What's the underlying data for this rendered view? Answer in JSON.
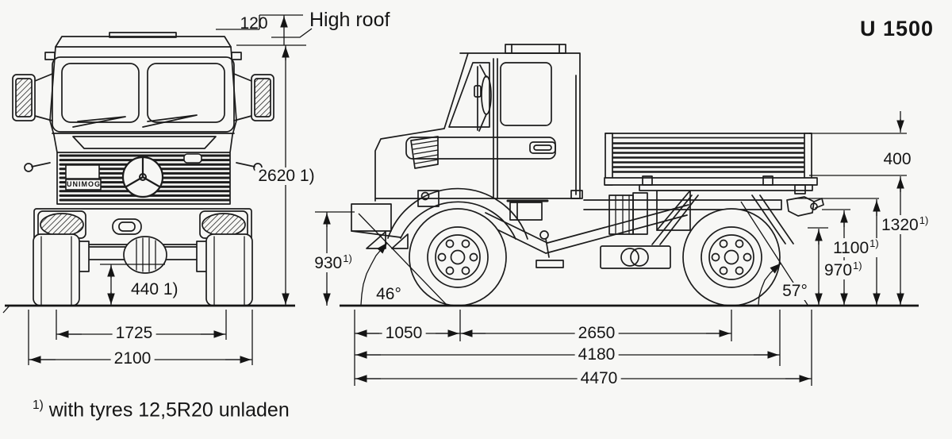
{
  "header": {
    "model": "U 1500",
    "roof_note": "High roof"
  },
  "front_view": {
    "badge_text": "UNIMOG",
    "dims": {
      "roof_raise": "120",
      "overall_height": "2620 1)",
      "ground_clearance": "440 1)",
      "track": "1725",
      "overall_width": "2100"
    }
  },
  "side_view": {
    "dims": {
      "dropside_height": "400",
      "platform_height": {
        "value": "1320",
        "sup": "1)"
      },
      "frame_height": {
        "value": "1100",
        "sup": "1)"
      },
      "hitch_height": {
        "value": "970",
        "sup": "1)"
      },
      "bumper_height": {
        "value": "930",
        "sup": "1)"
      },
      "approach_angle": "46°",
      "departure_angle": "57°",
      "front_overhang": "1050",
      "wheelbase": "2650",
      "frame_length": "4180",
      "overall_length": "4470"
    }
  },
  "footnote": {
    "sup": "1)",
    "text": "with tyres 12,5R20 unladen"
  }
}
